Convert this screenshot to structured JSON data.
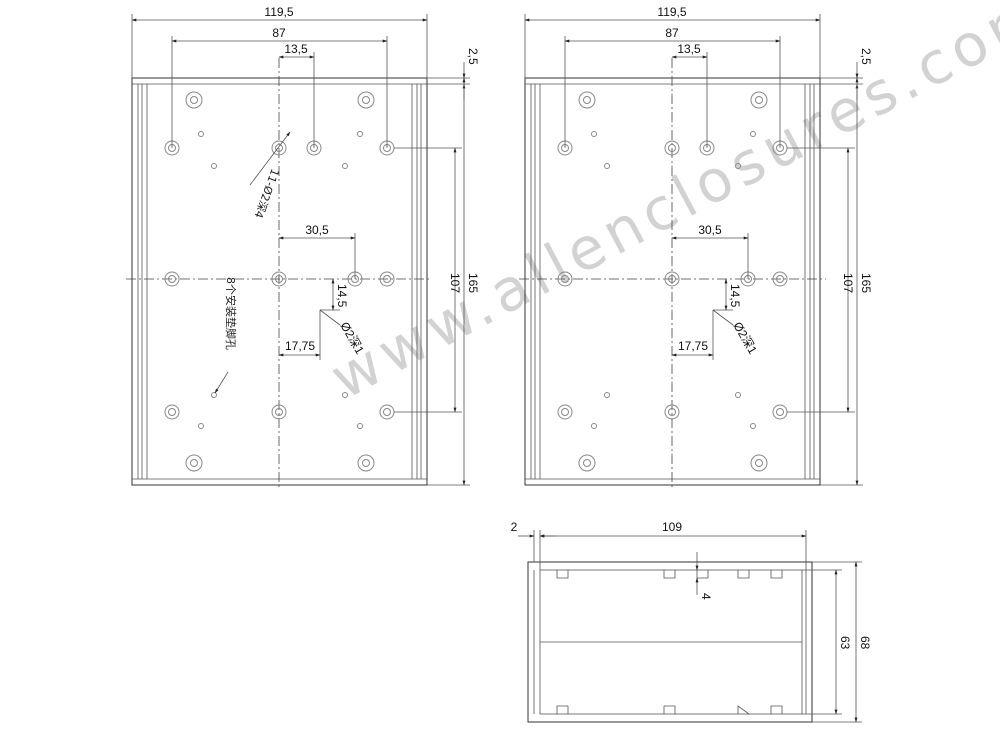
{
  "watermark": "www.allenclosures.com",
  "left_view": {
    "overall_width": "119,5",
    "hole_spacing_x": "87",
    "offset_top": "13,5",
    "wall_thickness": "2,5",
    "offset_mid": "30,5",
    "offset_vertical": "14,5",
    "offset_lower": "17,75",
    "hole_spacing_y": "107",
    "overall_length": "165",
    "note_screw_post": "11-Ø2深4",
    "note_small_hole": "Ø2深1",
    "note_feet_holes": "8个安装垫脚孔"
  },
  "right_view": {
    "overall_width": "119,5",
    "hole_spacing_x": "87",
    "offset_top": "13,5",
    "wall_thickness": "2,5",
    "offset_mid": "30,5",
    "offset_vertical": "14,5",
    "offset_lower": "17,75",
    "hole_spacing_y": "107",
    "overall_length": "165",
    "note_small_hole": "Ø2深1"
  },
  "section_view": {
    "wall": "2",
    "inner_width": "109",
    "rib_depth": "4",
    "inner_height": "63",
    "outer_height": "68"
  }
}
